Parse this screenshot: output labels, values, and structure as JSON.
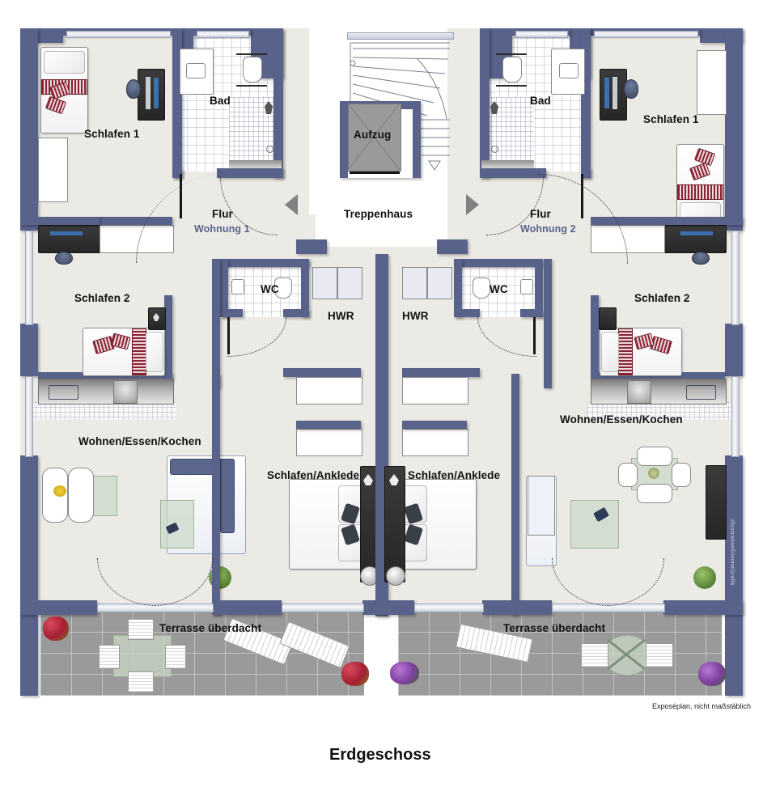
{
  "plan": {
    "title": "Erdgeschoss",
    "footnote": "Exposéplan, nicht maßstäblich",
    "watermark": "Illustration©immoGrafik",
    "colors": {
      "wall": "#58628a",
      "room_fill": "#eceae4",
      "terrace": "#9a9a9a",
      "label": "#111111",
      "sub_label": "#59638c",
      "elevator": "#9a9a9a"
    },
    "rooms": [
      {
        "id": "schlafen1-left",
        "label": "Schlafen 1",
        "sub": ""
      },
      {
        "id": "bad-left",
        "label": "Bad",
        "sub": ""
      },
      {
        "id": "flur-left",
        "label": "Flur",
        "sub": "Wohnung 1"
      },
      {
        "id": "wc-left",
        "label": "WC",
        "sub": ""
      },
      {
        "id": "hwr-left",
        "label": "HWR",
        "sub": ""
      },
      {
        "id": "schlafen2-left",
        "label": "Schlafen 2",
        "sub": ""
      },
      {
        "id": "wohnen-left",
        "label": "Wohnen/Essen/Kochen",
        "sub": ""
      },
      {
        "id": "ankleide-left",
        "label": "Schlafen/Anklede",
        "sub": ""
      },
      {
        "id": "terrasse-left",
        "label": "Terrasse überdacht",
        "sub": ""
      },
      {
        "id": "treppenhaus",
        "label": "Treppenhaus",
        "sub": ""
      },
      {
        "id": "aufzug",
        "label": "Aufzug",
        "sub": ""
      },
      {
        "id": "schlafen1-right",
        "label": "Schlafen 1",
        "sub": ""
      },
      {
        "id": "bad-right",
        "label": "Bad",
        "sub": ""
      },
      {
        "id": "flur-right",
        "label": "Flur",
        "sub": "Wohnung 2"
      },
      {
        "id": "wc-right",
        "label": "WC",
        "sub": ""
      },
      {
        "id": "hwr-right",
        "label": "HWR",
        "sub": ""
      },
      {
        "id": "schlafen2-right",
        "label": "Schlafen 2",
        "sub": ""
      },
      {
        "id": "wohnen-right",
        "label": "Wohnen/Essen/Kochen",
        "sub": ""
      },
      {
        "id": "ankleide-right",
        "label": "Schlafen/Anklede",
        "sub": ""
      },
      {
        "id": "terrasse-right",
        "label": "Terrasse überdacht",
        "sub": ""
      }
    ],
    "labels": {
      "schlafen1_left": "Schlafen 1",
      "bad_left": "Bad",
      "flur_left": "Flur",
      "wohnung1": "Wohnung 1",
      "wc_left": "WC",
      "hwr_left": "HWR",
      "schlafen2_left": "Schlafen 2",
      "wohnen_left": "Wohnen/Essen/Kochen",
      "ankleide_left": "Schlafen/Anklede",
      "terrasse_left": "Terrasse überdacht",
      "treppenhaus": "Treppenhaus",
      "aufzug": "Aufzug",
      "schlafen1_right": "Schlafen 1",
      "bad_right": "Bad",
      "flur_right": "Flur",
      "wohnung2": "Wohnung 2",
      "wc_right": "WC",
      "hwr_right": "HWR",
      "schlafen2_right": "Schlafen 2",
      "wohnen_right": "Wohnen/Essen/Kochen",
      "ankleide_right": "Schlafen/Anklede",
      "terrasse_right": "Terrasse überdacht"
    }
  }
}
